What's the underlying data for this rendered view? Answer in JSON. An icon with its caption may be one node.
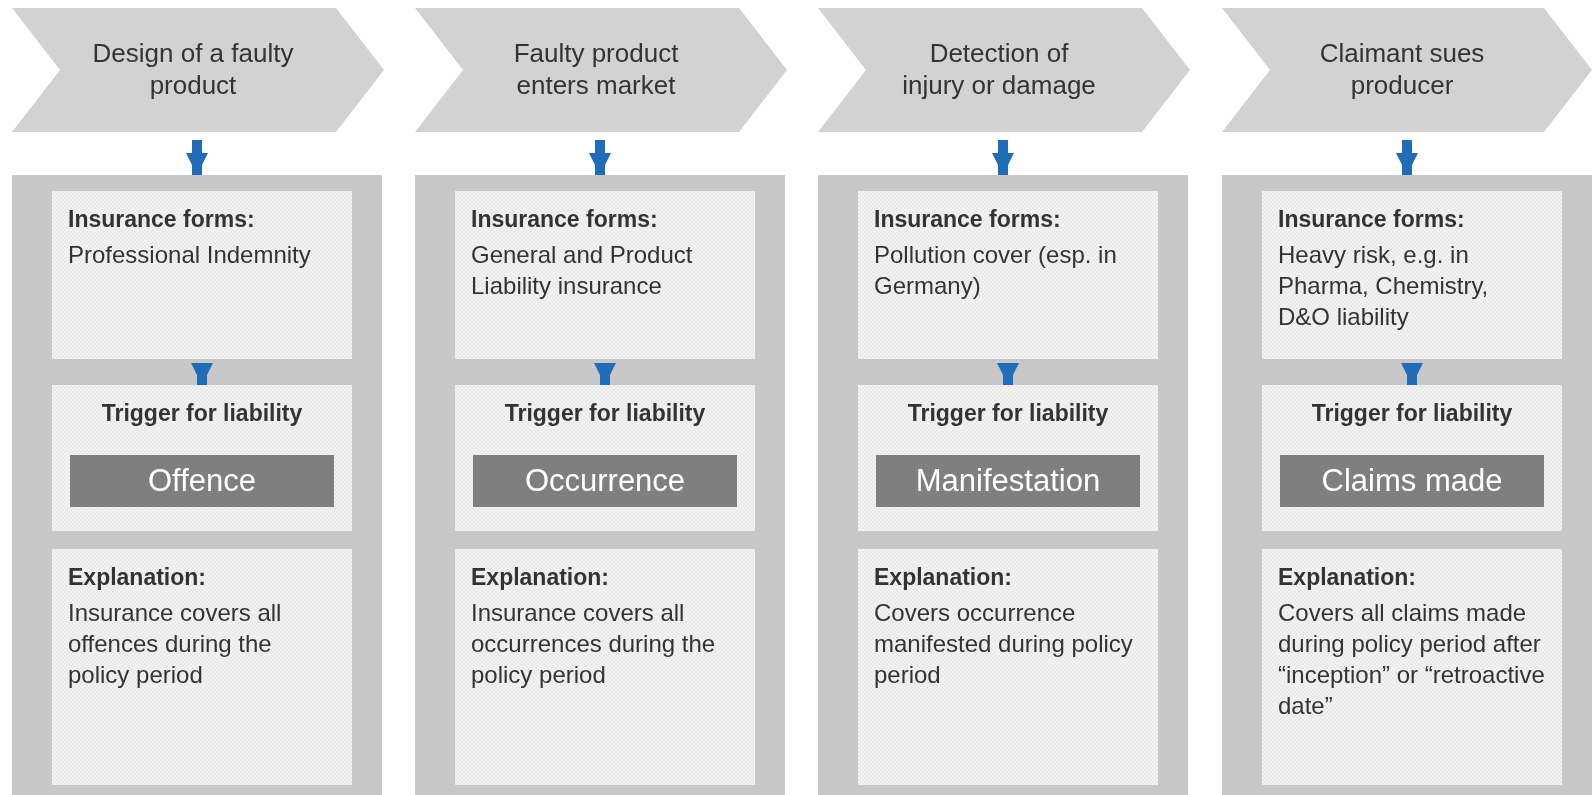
{
  "diagram": {
    "nodes": [
      {
        "text": [
          "Design of a faulty product"
        ]
      },
      {
        "text": [],
        "shape": "box"
      },
      {
        "text": [
          "Insurance forms:",
          "Professional Indemnity"
        ],
        "in": 1
      },
      {
        "text": [
          "Trigger for liability"
        ],
        "in": 1
      },
      {
        "text": [
          "Offence"
        ],
        "in": 3
      },
      {
        "text": [
          "Explanation:",
          "Insurance covers all offences during the policy period"
        ],
        "in": 1
      },
      {
        "text": [
          "Faulty product enters market"
        ]
      },
      {
        "text": [],
        "shape": "box"
      },
      {
        "text": [
          "Insurance forms:",
          "General and Product Liability insurance"
        ],
        "in": 7
      },
      {
        "text": [
          "Trigger for liability"
        ],
        "in": 7
      },
      {
        "text": [
          "Occurrence"
        ],
        "in": 9
      },
      {
        "text": [
          "Explanation:",
          "Insurance covers all occurrences during the policy period"
        ],
        "in": 7
      },
      {
        "text": [
          "Detection of injury or damage"
        ]
      },
      {
        "text": [],
        "shape": "box"
      },
      {
        "text": [
          "Insurance forms:",
          "Pollution cover (esp. in Germany)"
        ],
        "in": 13
      },
      {
        "text": [
          "Trigger for liability"
        ],
        "in": 13
      },
      {
        "text": [
          "Manifestation"
        ],
        "in": 15
      },
      {
        "text": [
          "Explanation:",
          "Covers occurrence manifested during policy period"
        ],
        "in": 13
      },
      {
        "text": [
          "Claimant sues producer"
        ]
      },
      {
        "text": [],
        "shape": "box"
      },
      {
        "text": [
          "Insurance forms:",
          "Heavy risk, e.g. in Pharma, Chemistry, D&O liability"
        ],
        "in": 19
      },
      {
        "text": [
          "Trigger for liability"
        ],
        "in": 19
      },
      {
        "text": [
          "Claims made"
        ],
        "in": 21
      },
      {
        "text": [
          "Explanation:",
          "Covers all claims made during policy period after “inception” or “retroactive date”"
        ],
        "in": 19
      }
    ],
    "edges": [
      {
        "from": 0,
        "to": 1,
        "arrow": "to"
      },
      {
        "from": 2,
        "to": 3,
        "arrow": "to"
      },
      {
        "from": 6,
        "to": 7,
        "arrow": "to"
      },
      {
        "from": 8,
        "to": 9,
        "arrow": "to"
      },
      {
        "from": 12,
        "to": 13,
        "arrow": "to"
      },
      {
        "from": 14,
        "to": 15,
        "arrow": "to"
      },
      {
        "from": 18,
        "to": 19,
        "arrow": "to"
      },
      {
        "from": 20,
        "to": 21,
        "arrow": "to"
      }
    ]
  }
}
